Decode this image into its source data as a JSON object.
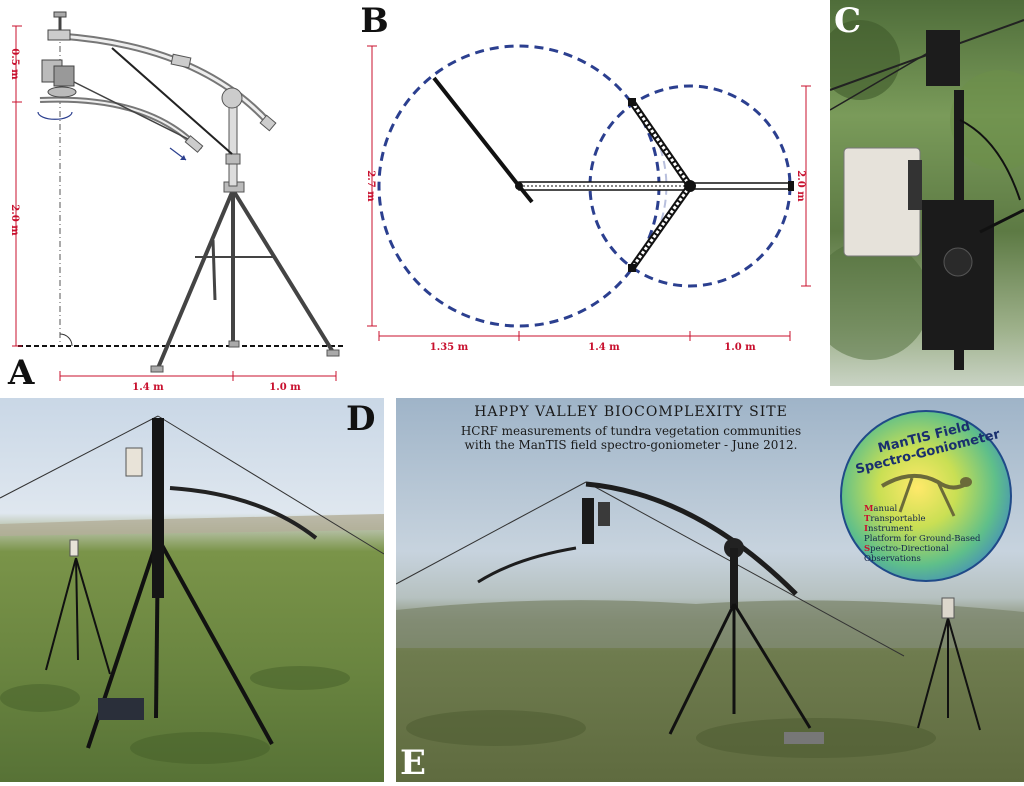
{
  "panels": {
    "A": {
      "label": "A",
      "dims": {
        "top_height": "0.5 m",
        "mast_height": "2.0 m",
        "left_base": "1.4 m",
        "right_base": "1.0 m"
      }
    },
    "B": {
      "label": "B",
      "dims": {
        "left_height": "2.7 m",
        "right_height": "2.0 m",
        "span_left": "1.35 m",
        "span_mid": "1.4 m",
        "span_right": "1.0 m"
      }
    },
    "C": {
      "label": "C"
    },
    "D": {
      "label": "D"
    },
    "E": {
      "label": "E",
      "caption_title": "HAPPY VALLEY BIOCOMPLEXITY SITE",
      "caption_line1": "HCRF measurements of tundra vegetation communities",
      "caption_line2": "with the ManTIS field spectro-goniometer - June 2012.",
      "logo": {
        "title": "ManTIS Field Spectro-Goniometer",
        "lines": [
          {
            "initial": "M",
            "rest": "anual"
          },
          {
            "initial": "T",
            "rest": "ransportable"
          },
          {
            "initial": "I",
            "rest": "nstrument"
          },
          {
            "initial": "",
            "rest": "Platform for Ground-Based"
          },
          {
            "initial": "S",
            "rest": "pectro-Directional Observations"
          }
        ]
      }
    }
  },
  "colors": {
    "dimension": "#c8102e",
    "circle": "#2b3f8f",
    "sky": "#b9c8d8",
    "grass": "#6f8a3c"
  }
}
